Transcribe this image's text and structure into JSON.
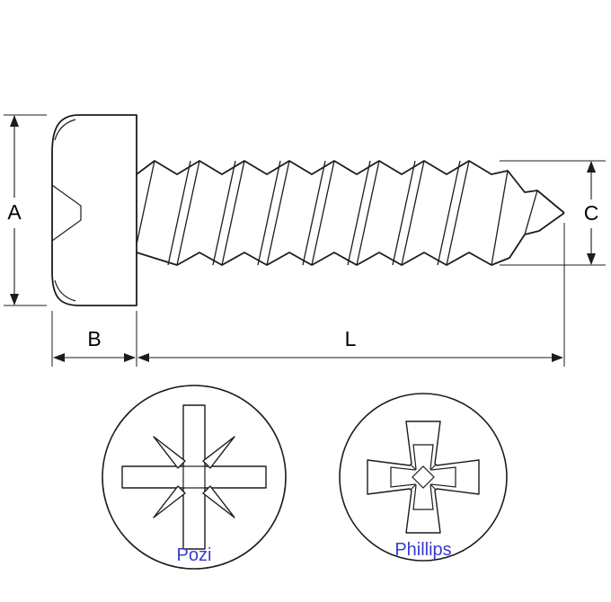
{
  "dimensions": {
    "a": "A",
    "b": "B",
    "c": "C",
    "l": "L"
  },
  "drives": {
    "pozi": "Pozi",
    "phillips": "Phillips"
  },
  "theme": {
    "line_color": "#1c1c1c",
    "label_color": "#000000",
    "drive_label_color": "#3a3acd",
    "background_color": "#ffffff"
  }
}
